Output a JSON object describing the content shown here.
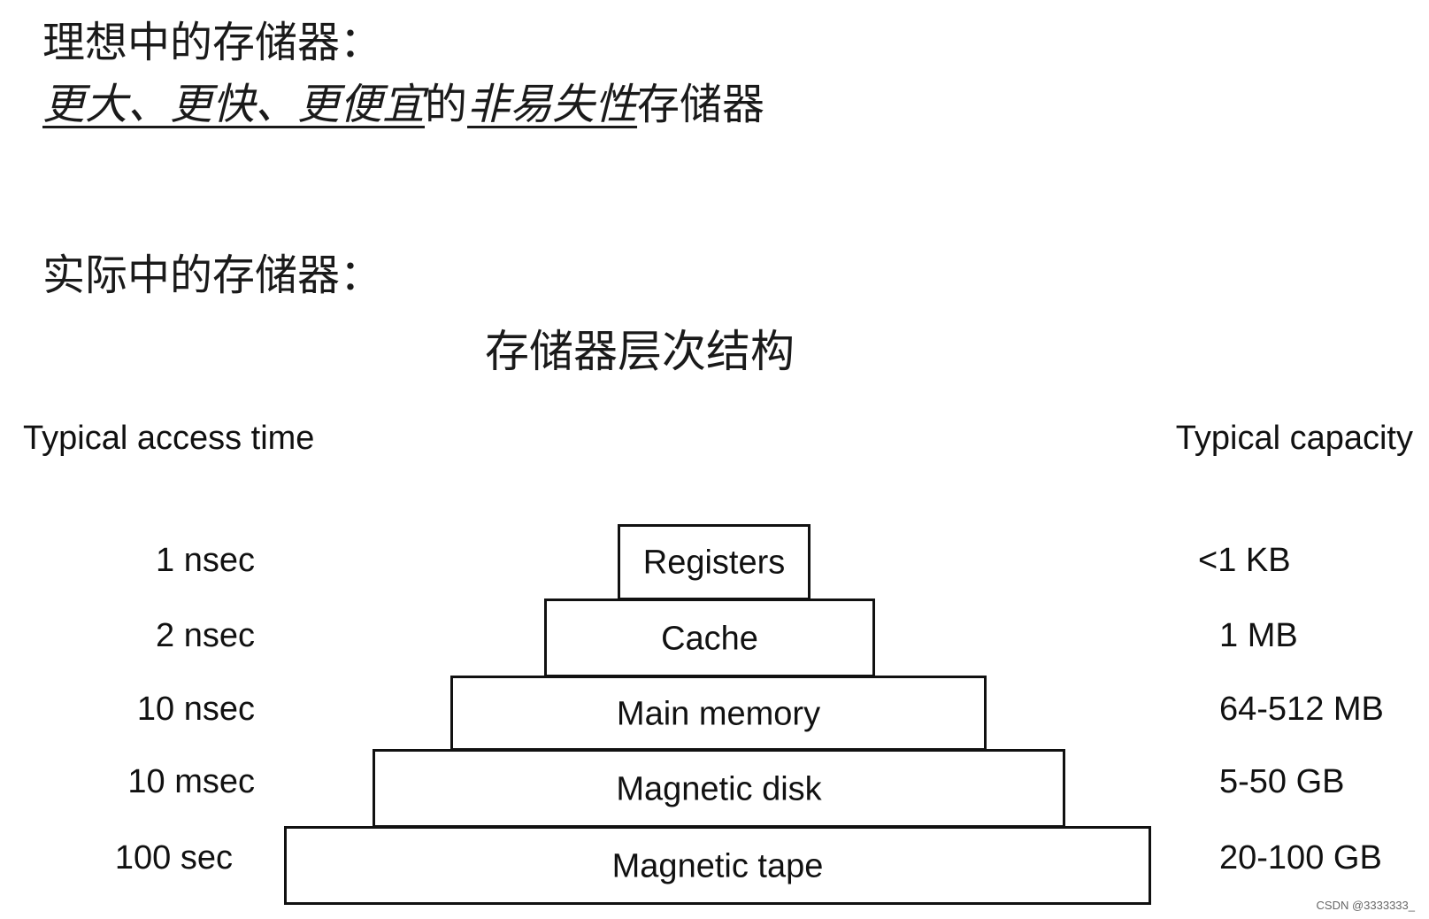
{
  "ideal": {
    "title": "理想中的存储器：",
    "desc_part1": "更大、更快、更便宜",
    "desc_part2": "的",
    "desc_part3": "非易失性",
    "desc_part4": "存储器"
  },
  "actual": {
    "title": "实际中的存储器："
  },
  "hierarchy": {
    "title": "存储器层次结构",
    "left_header": "Typical access time",
    "right_header": "Typical capacity",
    "levels": [
      {
        "name": "Registers",
        "access_time": "1 nsec",
        "capacity": "<1 KB"
      },
      {
        "name": "Cache",
        "access_time": "2 nsec",
        "capacity": "1 MB"
      },
      {
        "name": "Main memory",
        "access_time": "10 nsec",
        "capacity": "64-512 MB"
      },
      {
        "name": "Magnetic disk",
        "access_time": "10 msec",
        "capacity": "5-50 GB"
      },
      {
        "name": "Magnetic tape",
        "access_time": "100 sec",
        "capacity": "20-100 GB"
      }
    ]
  },
  "watermark": "CSDN @3333333_"
}
